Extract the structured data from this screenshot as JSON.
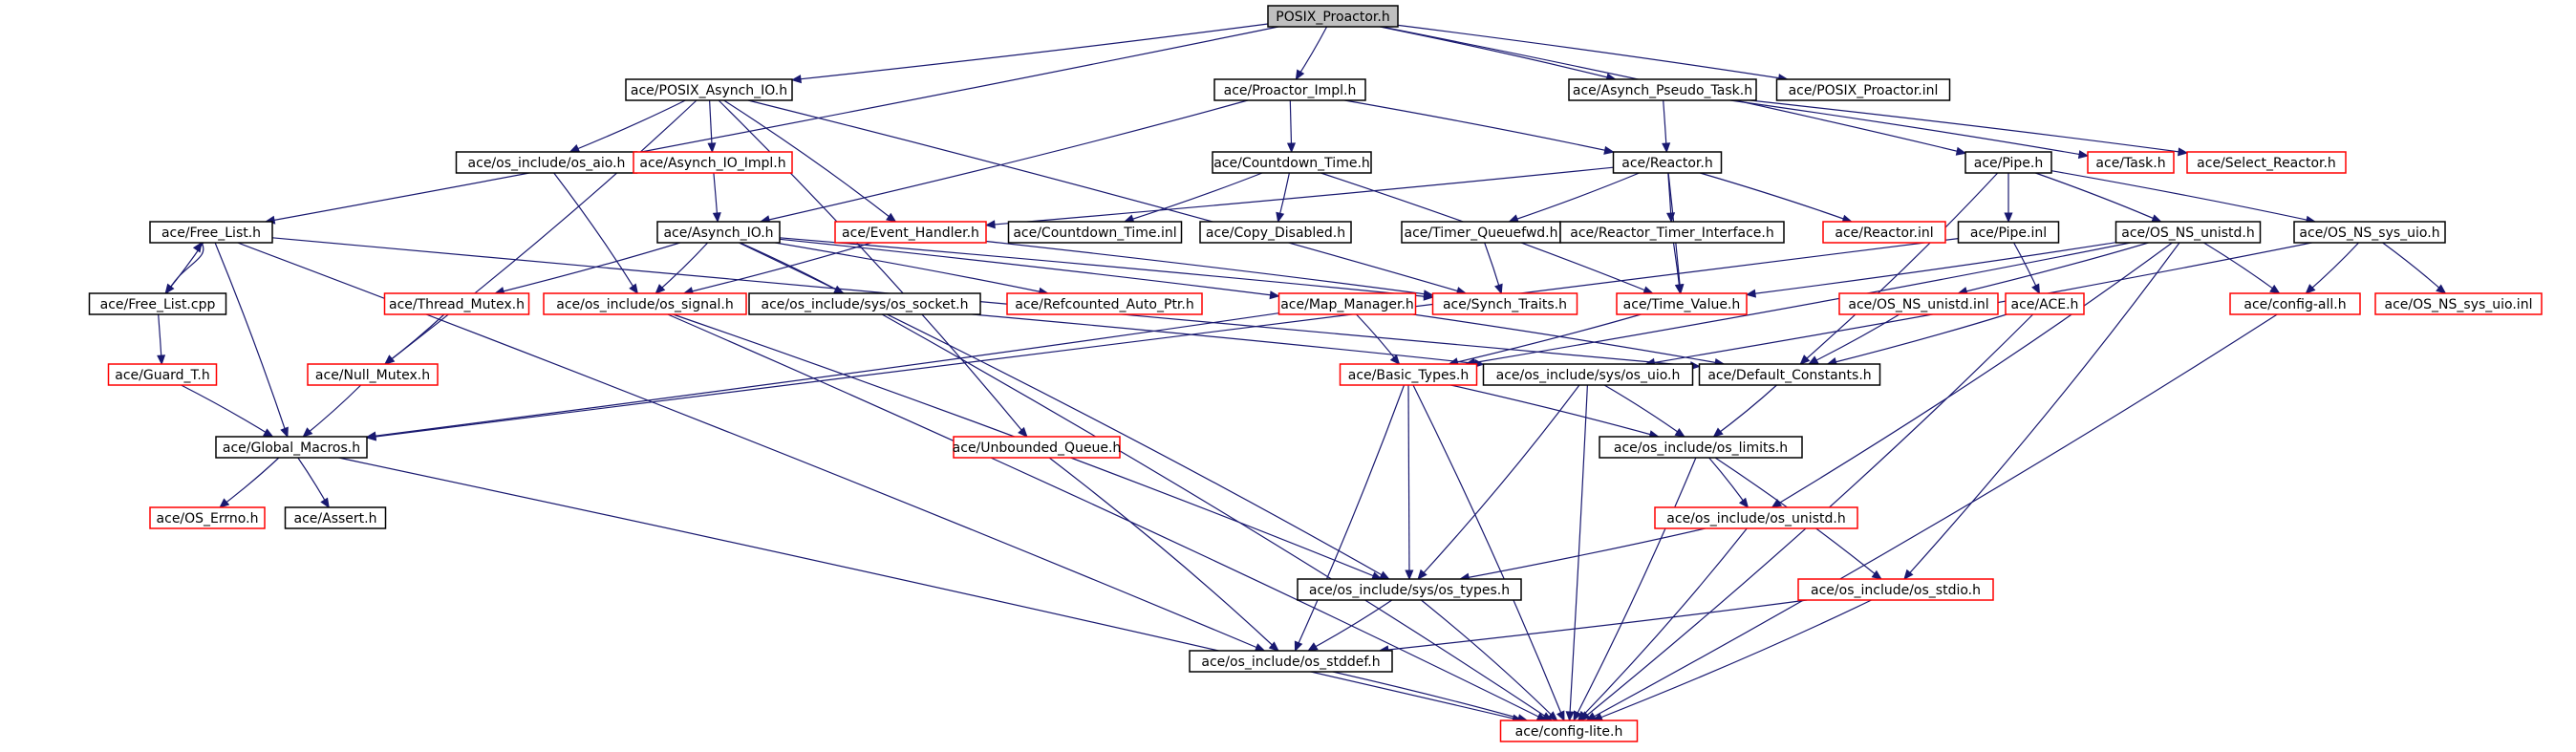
{
  "nodes": [
    {
      "id": "posix_proactor_h",
      "label": "POSIX_Proactor.h",
      "style": "root"
    },
    {
      "id": "posix_asynch_io_h",
      "label": "ace/POSIX_Asynch_IO.h",
      "style": "black"
    },
    {
      "id": "proactor_impl_h",
      "label": "ace/Proactor_Impl.h",
      "style": "black"
    },
    {
      "id": "asynch_pseudo_task_h",
      "label": "ace/Asynch_Pseudo_Task.h",
      "style": "black"
    },
    {
      "id": "posix_proactor_inl",
      "label": "ace/POSIX_Proactor.inl",
      "style": "black"
    },
    {
      "id": "os_aio_h",
      "label": "ace/os_include/os_aio.h",
      "style": "black"
    },
    {
      "id": "asynch_io_impl_h",
      "label": "ace/Asynch_IO_Impl.h",
      "style": "red"
    },
    {
      "id": "countdown_time_h",
      "label": "ace/Countdown_Time.h",
      "style": "black"
    },
    {
      "id": "reactor_h",
      "label": "ace/Reactor.h",
      "style": "black"
    },
    {
      "id": "task_h",
      "label": "ace/Task.h",
      "style": "red"
    },
    {
      "id": "select_reactor_h",
      "label": "ace/Select_Reactor.h",
      "style": "red"
    },
    {
      "id": "pipe_h",
      "label": "ace/Pipe.h",
      "style": "black"
    },
    {
      "id": "free_list_h",
      "label": "ace/Free_List.h",
      "style": "black"
    },
    {
      "id": "asynch_io_h",
      "label": "ace/Asynch_IO.h",
      "style": "black"
    },
    {
      "id": "event_handler_h",
      "label": "ace/Event_Handler.h",
      "style": "red"
    },
    {
      "id": "countdown_time_inl",
      "label": "ace/Countdown_Time.inl",
      "style": "black"
    },
    {
      "id": "copy_disabled_h",
      "label": "ace/Copy_Disabled.h",
      "style": "black"
    },
    {
      "id": "timer_queuefwd_h",
      "label": "ace/Timer_Queuefwd.h",
      "style": "black"
    },
    {
      "id": "reactor_timer_interface_h",
      "label": "ace/Reactor_Timer_Interface.h",
      "style": "black"
    },
    {
      "id": "reactor_inl",
      "label": "ace/Reactor.inl",
      "style": "red"
    },
    {
      "id": "pipe_inl",
      "label": "ace/Pipe.inl",
      "style": "black"
    },
    {
      "id": "os_ns_unistd_h",
      "label": "ace/OS_NS_unistd.h",
      "style": "black"
    },
    {
      "id": "os_ns_sys_uio_h",
      "label": "ace/OS_NS_sys_uio.h",
      "style": "black"
    },
    {
      "id": "free_list_cpp",
      "label": "ace/Free_List.cpp",
      "style": "black"
    },
    {
      "id": "thread_mutex_h",
      "label": "ace/Thread_Mutex.h",
      "style": "red"
    },
    {
      "id": "os_signal_h",
      "label": "ace/os_include/os_signal.h",
      "style": "red"
    },
    {
      "id": "os_socket_h",
      "label": "ace/os_include/sys/os_socket.h",
      "style": "black"
    },
    {
      "id": "refcounted_auto_ptr_h",
      "label": "ace/Refcounted_Auto_Ptr.h",
      "style": "red"
    },
    {
      "id": "map_manager_h",
      "label": "ace/Map_Manager.h",
      "style": "red"
    },
    {
      "id": "synch_traits_h",
      "label": "ace/Synch_Traits.h",
      "style": "red"
    },
    {
      "id": "time_value_h",
      "label": "ace/Time_Value.h",
      "style": "red"
    },
    {
      "id": "os_ns_unistd_inl",
      "label": "ace/OS_NS_unistd.inl",
      "style": "red"
    },
    {
      "id": "ace_h",
      "label": "ace/ACE.h",
      "style": "red"
    },
    {
      "id": "config_all_h",
      "label": "ace/config-all.h",
      "style": "red"
    },
    {
      "id": "os_ns_sys_uio_inl",
      "label": "ace/OS_NS_sys_uio.inl",
      "style": "red"
    },
    {
      "id": "guard_t_h",
      "label": "ace/Guard_T.h",
      "style": "red"
    },
    {
      "id": "null_mutex_h",
      "label": "ace/Null_Mutex.h",
      "style": "red"
    },
    {
      "id": "basic_types_h",
      "label": "ace/Basic_Types.h",
      "style": "red"
    },
    {
      "id": "os_uio_h",
      "label": "ace/os_include/sys/os_uio.h",
      "style": "black"
    },
    {
      "id": "default_constants_h",
      "label": "ace/Default_Constants.h",
      "style": "black"
    },
    {
      "id": "global_macros_h",
      "label": "ace/Global_Macros.h",
      "style": "black"
    },
    {
      "id": "unbounded_queue_h",
      "label": "ace/Unbounded_Queue.h",
      "style": "red"
    },
    {
      "id": "os_limits_h",
      "label": "ace/os_include/os_limits.h",
      "style": "black"
    },
    {
      "id": "os_errno_h",
      "label": "ace/OS_Errno.h",
      "style": "red"
    },
    {
      "id": "assert_h",
      "label": "ace/Assert.h",
      "style": "black"
    },
    {
      "id": "os_unistd_h",
      "label": "ace/os_include/os_unistd.h",
      "style": "red"
    },
    {
      "id": "os_stdio_h",
      "label": "ace/os_include/os_stdio.h",
      "style": "red"
    },
    {
      "id": "os_types_h",
      "label": "ace/os_include/sys/os_types.h",
      "style": "black"
    },
    {
      "id": "os_stddef_h",
      "label": "ace/os_include/os_stddef.h",
      "style": "black"
    },
    {
      "id": "config_lite_h",
      "label": "ace/config-lite.h",
      "style": "red"
    }
  ],
  "edges": [
    [
      "posix_proactor_h",
      "posix_asynch_io_h"
    ],
    [
      "posix_proactor_h",
      "proactor_impl_h"
    ],
    [
      "posix_proactor_h",
      "asynch_pseudo_task_h"
    ],
    [
      "posix_proactor_h",
      "posix_proactor_inl"
    ],
    [
      "posix_proactor_h",
      "free_list_h"
    ],
    [
      "posix_proactor_h",
      "pipe_h"
    ],
    [
      "posix_asynch_io_h",
      "os_aio_h"
    ],
    [
      "posix_asynch_io_h",
      "asynch_io_impl_h"
    ],
    [
      "posix_asynch_io_h",
      "event_handler_h"
    ],
    [
      "posix_asynch_io_h",
      "null_mutex_h"
    ],
    [
      "posix_asynch_io_h",
      "unbounded_queue_h"
    ],
    [
      "posix_asynch_io_h",
      "synch_traits_h"
    ],
    [
      "proactor_impl_h",
      "asynch_io_h"
    ],
    [
      "proactor_impl_h",
      "countdown_time_h"
    ],
    [
      "proactor_impl_h",
      "reactor_h"
    ],
    [
      "asynch_pseudo_task_h",
      "reactor_h"
    ],
    [
      "asynch_pseudo_task_h",
      "task_h"
    ],
    [
      "asynch_pseudo_task_h",
      "select_reactor_h"
    ],
    [
      "os_aio_h",
      "os_signal_h"
    ],
    [
      "asynch_io_impl_h",
      "asynch_io_h"
    ],
    [
      "countdown_time_h",
      "countdown_time_inl"
    ],
    [
      "countdown_time_h",
      "copy_disabled_h"
    ],
    [
      "countdown_time_h",
      "time_value_h"
    ],
    [
      "reactor_h",
      "event_handler_h"
    ],
    [
      "reactor_h",
      "timer_queuefwd_h"
    ],
    [
      "reactor_h",
      "reactor_timer_interface_h"
    ],
    [
      "reactor_h",
      "reactor_inl"
    ],
    [
      "reactor_h",
      "time_value_h"
    ],
    [
      "pipe_h",
      "pipe_inl"
    ],
    [
      "pipe_h",
      "os_ns_unistd_h"
    ],
    [
      "pipe_h",
      "os_ns_sys_uio_h"
    ],
    [
      "pipe_h",
      "default_constants_h"
    ],
    [
      "free_list_h",
      "free_list_cpp"
    ],
    [
      "free_list_h",
      "global_macros_h"
    ],
    [
      "free_list_h",
      "default_constants_h"
    ],
    [
      "free_list_h",
      "os_stddef_h"
    ],
    [
      "free_list_cpp",
      "free_list_h"
    ],
    [
      "free_list_cpp",
      "guard_t_h"
    ],
    [
      "asynch_io_h",
      "thread_mutex_h"
    ],
    [
      "asynch_io_h",
      "os_signal_h"
    ],
    [
      "asynch_io_h",
      "os_socket_h"
    ],
    [
      "asynch_io_h",
      "refcounted_auto_ptr_h"
    ],
    [
      "asynch_io_h",
      "map_manager_h"
    ],
    [
      "asynch_io_h",
      "synch_traits_h"
    ],
    [
      "asynch_io_h",
      "os_types_h"
    ],
    [
      "event_handler_h",
      "os_signal_h"
    ],
    [
      "event_handler_h",
      "synch_traits_h"
    ],
    [
      "timer_queuefwd_h",
      "synch_traits_h"
    ],
    [
      "reactor_timer_interface_h",
      "time_value_h"
    ],
    [
      "pipe_inl",
      "ace_h"
    ],
    [
      "pipe_inl",
      "global_macros_h"
    ],
    [
      "os_ns_unistd_h",
      "time_value_h"
    ],
    [
      "os_ns_unistd_h",
      "basic_types_h"
    ],
    [
      "os_ns_unistd_h",
      "os_ns_unistd_inl"
    ],
    [
      "os_ns_unistd_h",
      "config_all_h"
    ],
    [
      "os_ns_unistd_h",
      "os_unistd_h"
    ],
    [
      "os_ns_unistd_h",
      "os_stdio_h"
    ],
    [
      "os_ns_sys_uio_h",
      "config_all_h"
    ],
    [
      "os_ns_sys_uio_h",
      "os_ns_sys_uio_inl"
    ],
    [
      "os_ns_sys_uio_h",
      "os_uio_h"
    ],
    [
      "thread_mutex_h",
      "null_mutex_h"
    ],
    [
      "guard_t_h",
      "global_macros_h"
    ],
    [
      "null_mutex_h",
      "global_macros_h"
    ],
    [
      "os_signal_h",
      "config_lite_h"
    ],
    [
      "os_signal_h",
      "os_types_h"
    ],
    [
      "os_socket_h",
      "os_uio_h"
    ],
    [
      "os_socket_h",
      "config_lite_h"
    ],
    [
      "map_manager_h",
      "global_macros_h"
    ],
    [
      "map_manager_h",
      "default_constants_h"
    ],
    [
      "map_manager_h",
      "basic_types_h"
    ],
    [
      "time_value_h",
      "basic_types_h"
    ],
    [
      "os_ns_unistd_inl",
      "default_constants_h"
    ],
    [
      "ace_h",
      "default_constants_h"
    ],
    [
      "ace_h",
      "config_lite_h"
    ],
    [
      "config_all_h",
      "config_lite_h"
    ],
    [
      "basic_types_h",
      "os_limits_h"
    ],
    [
      "basic_types_h",
      "os_types_h"
    ],
    [
      "basic_types_h",
      "os_stddef_h"
    ],
    [
      "basic_types_h",
      "config_lite_h"
    ],
    [
      "os_uio_h",
      "os_types_h"
    ],
    [
      "os_uio_h",
      "os_limits_h"
    ],
    [
      "os_uio_h",
      "config_lite_h"
    ],
    [
      "default_constants_h",
      "os_limits_h"
    ],
    [
      "global_macros_h",
      "os_errno_h"
    ],
    [
      "global_macros_h",
      "assert_h"
    ],
    [
      "global_macros_h",
      "config_lite_h"
    ],
    [
      "unbounded_queue_h",
      "os_stddef_h"
    ],
    [
      "os_limits_h",
      "os_unistd_h"
    ],
    [
      "os_limits_h",
      "os_stdio_h"
    ],
    [
      "os_limits_h",
      "config_lite_h"
    ],
    [
      "os_unistd_h",
      "os_types_h"
    ],
    [
      "os_unistd_h",
      "config_lite_h"
    ],
    [
      "os_stdio_h",
      "os_stddef_h"
    ],
    [
      "os_stdio_h",
      "config_lite_h"
    ],
    [
      "os_types_h",
      "os_stddef_h"
    ],
    [
      "os_types_h",
      "config_lite_h"
    ],
    [
      "os_stddef_h",
      "config_lite_h"
    ]
  ]
}
